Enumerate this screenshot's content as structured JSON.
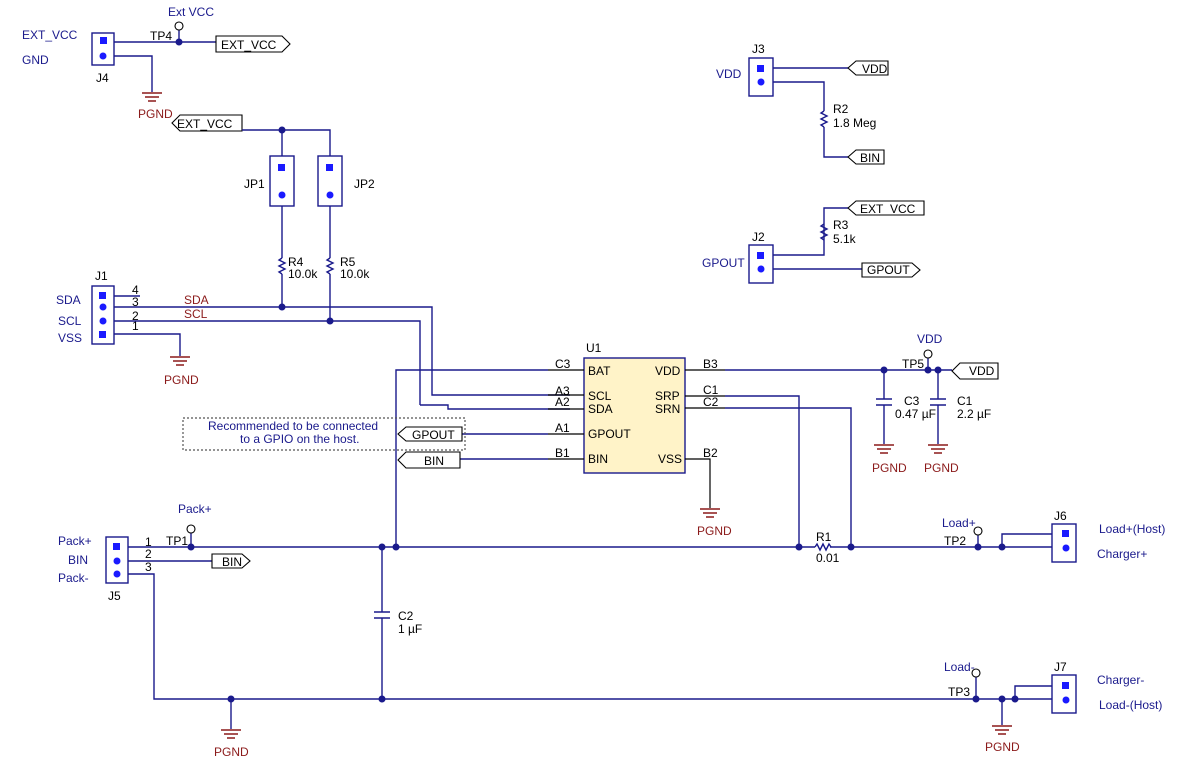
{
  "connectors": {
    "j1": {
      "ref": "J1",
      "pin_labels": [
        "SDA",
        "SCL",
        "VSS"
      ],
      "pin_numbers": [
        "4",
        "3",
        "2",
        "1"
      ]
    },
    "j2": {
      "ref": "J2",
      "label": "GPOUT"
    },
    "j3": {
      "ref": "J3",
      "label": "VDD"
    },
    "j4": {
      "ref": "J4",
      "pin_labels": [
        "EXT_VCC",
        "GND"
      ]
    },
    "j5": {
      "ref": "J5",
      "pin_labels": [
        "Pack+",
        "BIN",
        "Pack-"
      ],
      "pin_numbers": [
        "1",
        "2",
        "3"
      ]
    },
    "j6": {
      "ref": "J6",
      "pin_labels": [
        "Load+(Host)",
        "Charger+"
      ]
    },
    "j7": {
      "ref": "J7",
      "pin_labels": [
        "Charger-",
        "Load-(Host)"
      ]
    }
  },
  "jumpers": {
    "jp1": "JP1",
    "jp2": "JP2"
  },
  "testpoints": {
    "tp1": {
      "ref": "TP1",
      "label": "Pack+"
    },
    "tp2": {
      "ref": "TP2",
      "label": "Load+"
    },
    "tp3": {
      "ref": "TP3",
      "label": "Load-"
    },
    "tp4": {
      "ref": "TP4",
      "label": "Ext VCC"
    },
    "tp5": {
      "ref": "TP5",
      "label": "VDD"
    }
  },
  "resistors": {
    "r1": {
      "ref": "R1",
      "value": "0.01"
    },
    "r2": {
      "ref": "R2",
      "value": "1.8 Meg"
    },
    "r3": {
      "ref": "R3",
      "value": "5.1k"
    },
    "r4": {
      "ref": "R4",
      "value": "10.0k"
    },
    "r5": {
      "ref": "R5",
      "value": "10.0k"
    }
  },
  "capacitors": {
    "c1": {
      "ref": "C1",
      "value": "2.2 µF"
    },
    "c2": {
      "ref": "C2",
      "value": "1 µF"
    },
    "c3": {
      "ref": "C3",
      "value": "0.47 µF"
    }
  },
  "ic": {
    "ref": "U1",
    "left_pins": [
      {
        "ball": "C3",
        "name": "BAT"
      },
      {
        "ball": "A3",
        "name": "SCL"
      },
      {
        "ball": "A2",
        "name": "SDA"
      },
      {
        "ball": "A1",
        "name": "GPOUT"
      },
      {
        "ball": "B1",
        "name": "BIN"
      }
    ],
    "right_pins": [
      {
        "ball": "B3",
        "name": "VDD"
      },
      {
        "ball": "C1",
        "name": "SRP"
      },
      {
        "ball": "C2",
        "name": "SRN"
      },
      {
        "ball": "B2",
        "name": "VSS"
      }
    ]
  },
  "net_flags": {
    "ext_vcc": "EXT_VCC",
    "vdd": "VDD",
    "bin": "BIN",
    "gpout": "GPOUT"
  },
  "net_labels": {
    "sda": "SDA",
    "scl": "SCL"
  },
  "ground": "PGND",
  "note": [
    "Recommended to be connected",
    "to a GPIO on the host."
  ]
}
